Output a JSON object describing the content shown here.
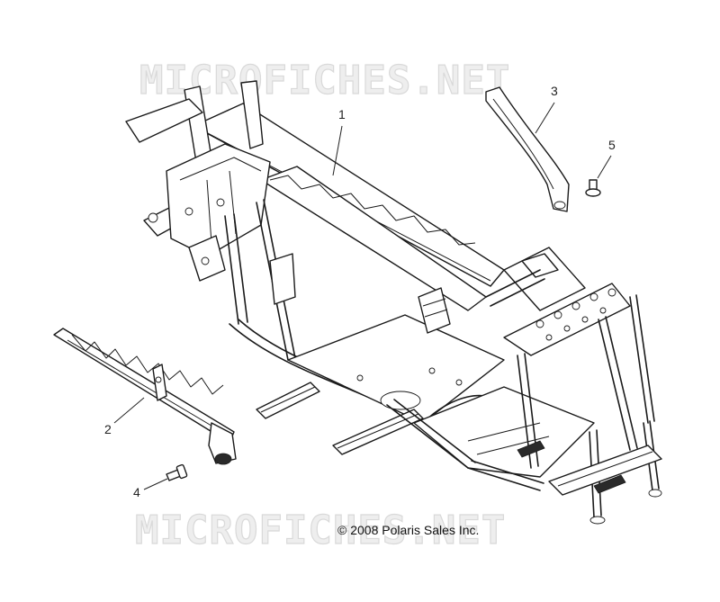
{
  "watermark": {
    "top_text": "MICROFICHES.NET",
    "bottom_text": "MICROFICHES.NET"
  },
  "callouts": [
    {
      "number": "1",
      "part": "main-frame"
    },
    {
      "number": "2",
      "part": "left-side-rail"
    },
    {
      "number": "3",
      "part": "right-side-rail"
    },
    {
      "number": "4",
      "part": "bolt-left"
    },
    {
      "number": "5",
      "part": "bolt-right"
    }
  ],
  "copyright": "© 2008 Polaris Sales Inc."
}
